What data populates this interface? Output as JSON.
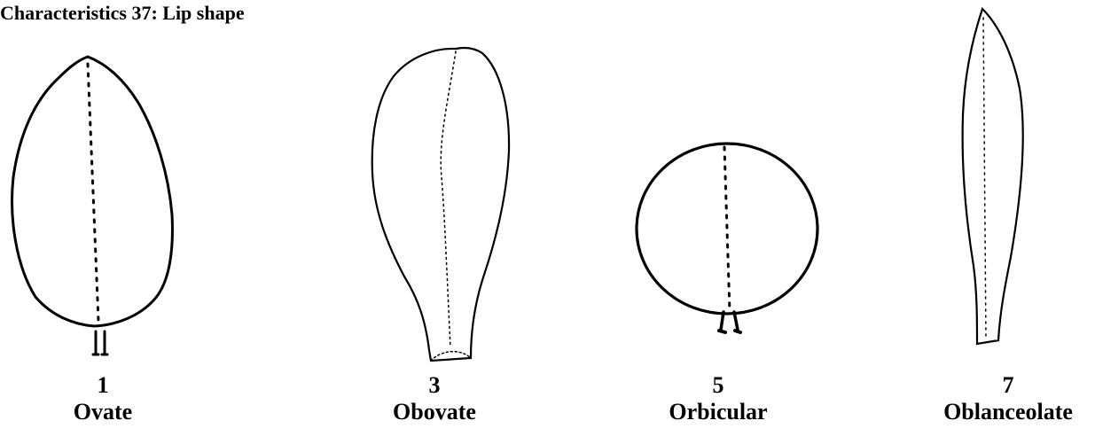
{
  "title": "Characteristics 37: Lip shape",
  "shapes": [
    {
      "code": "1",
      "name": "Ovate",
      "icon": "ovate-lip-icon"
    },
    {
      "code": "3",
      "name": "Obovate",
      "icon": "obovate-lip-icon"
    },
    {
      "code": "5",
      "name": "Orbicular",
      "icon": "orbicular-lip-icon"
    },
    {
      "code": "7",
      "name": "Oblanceolate",
      "icon": "oblanceolate-lip-icon"
    }
  ],
  "colors": {
    "ink": "#000000",
    "background": "#ffffff"
  }
}
